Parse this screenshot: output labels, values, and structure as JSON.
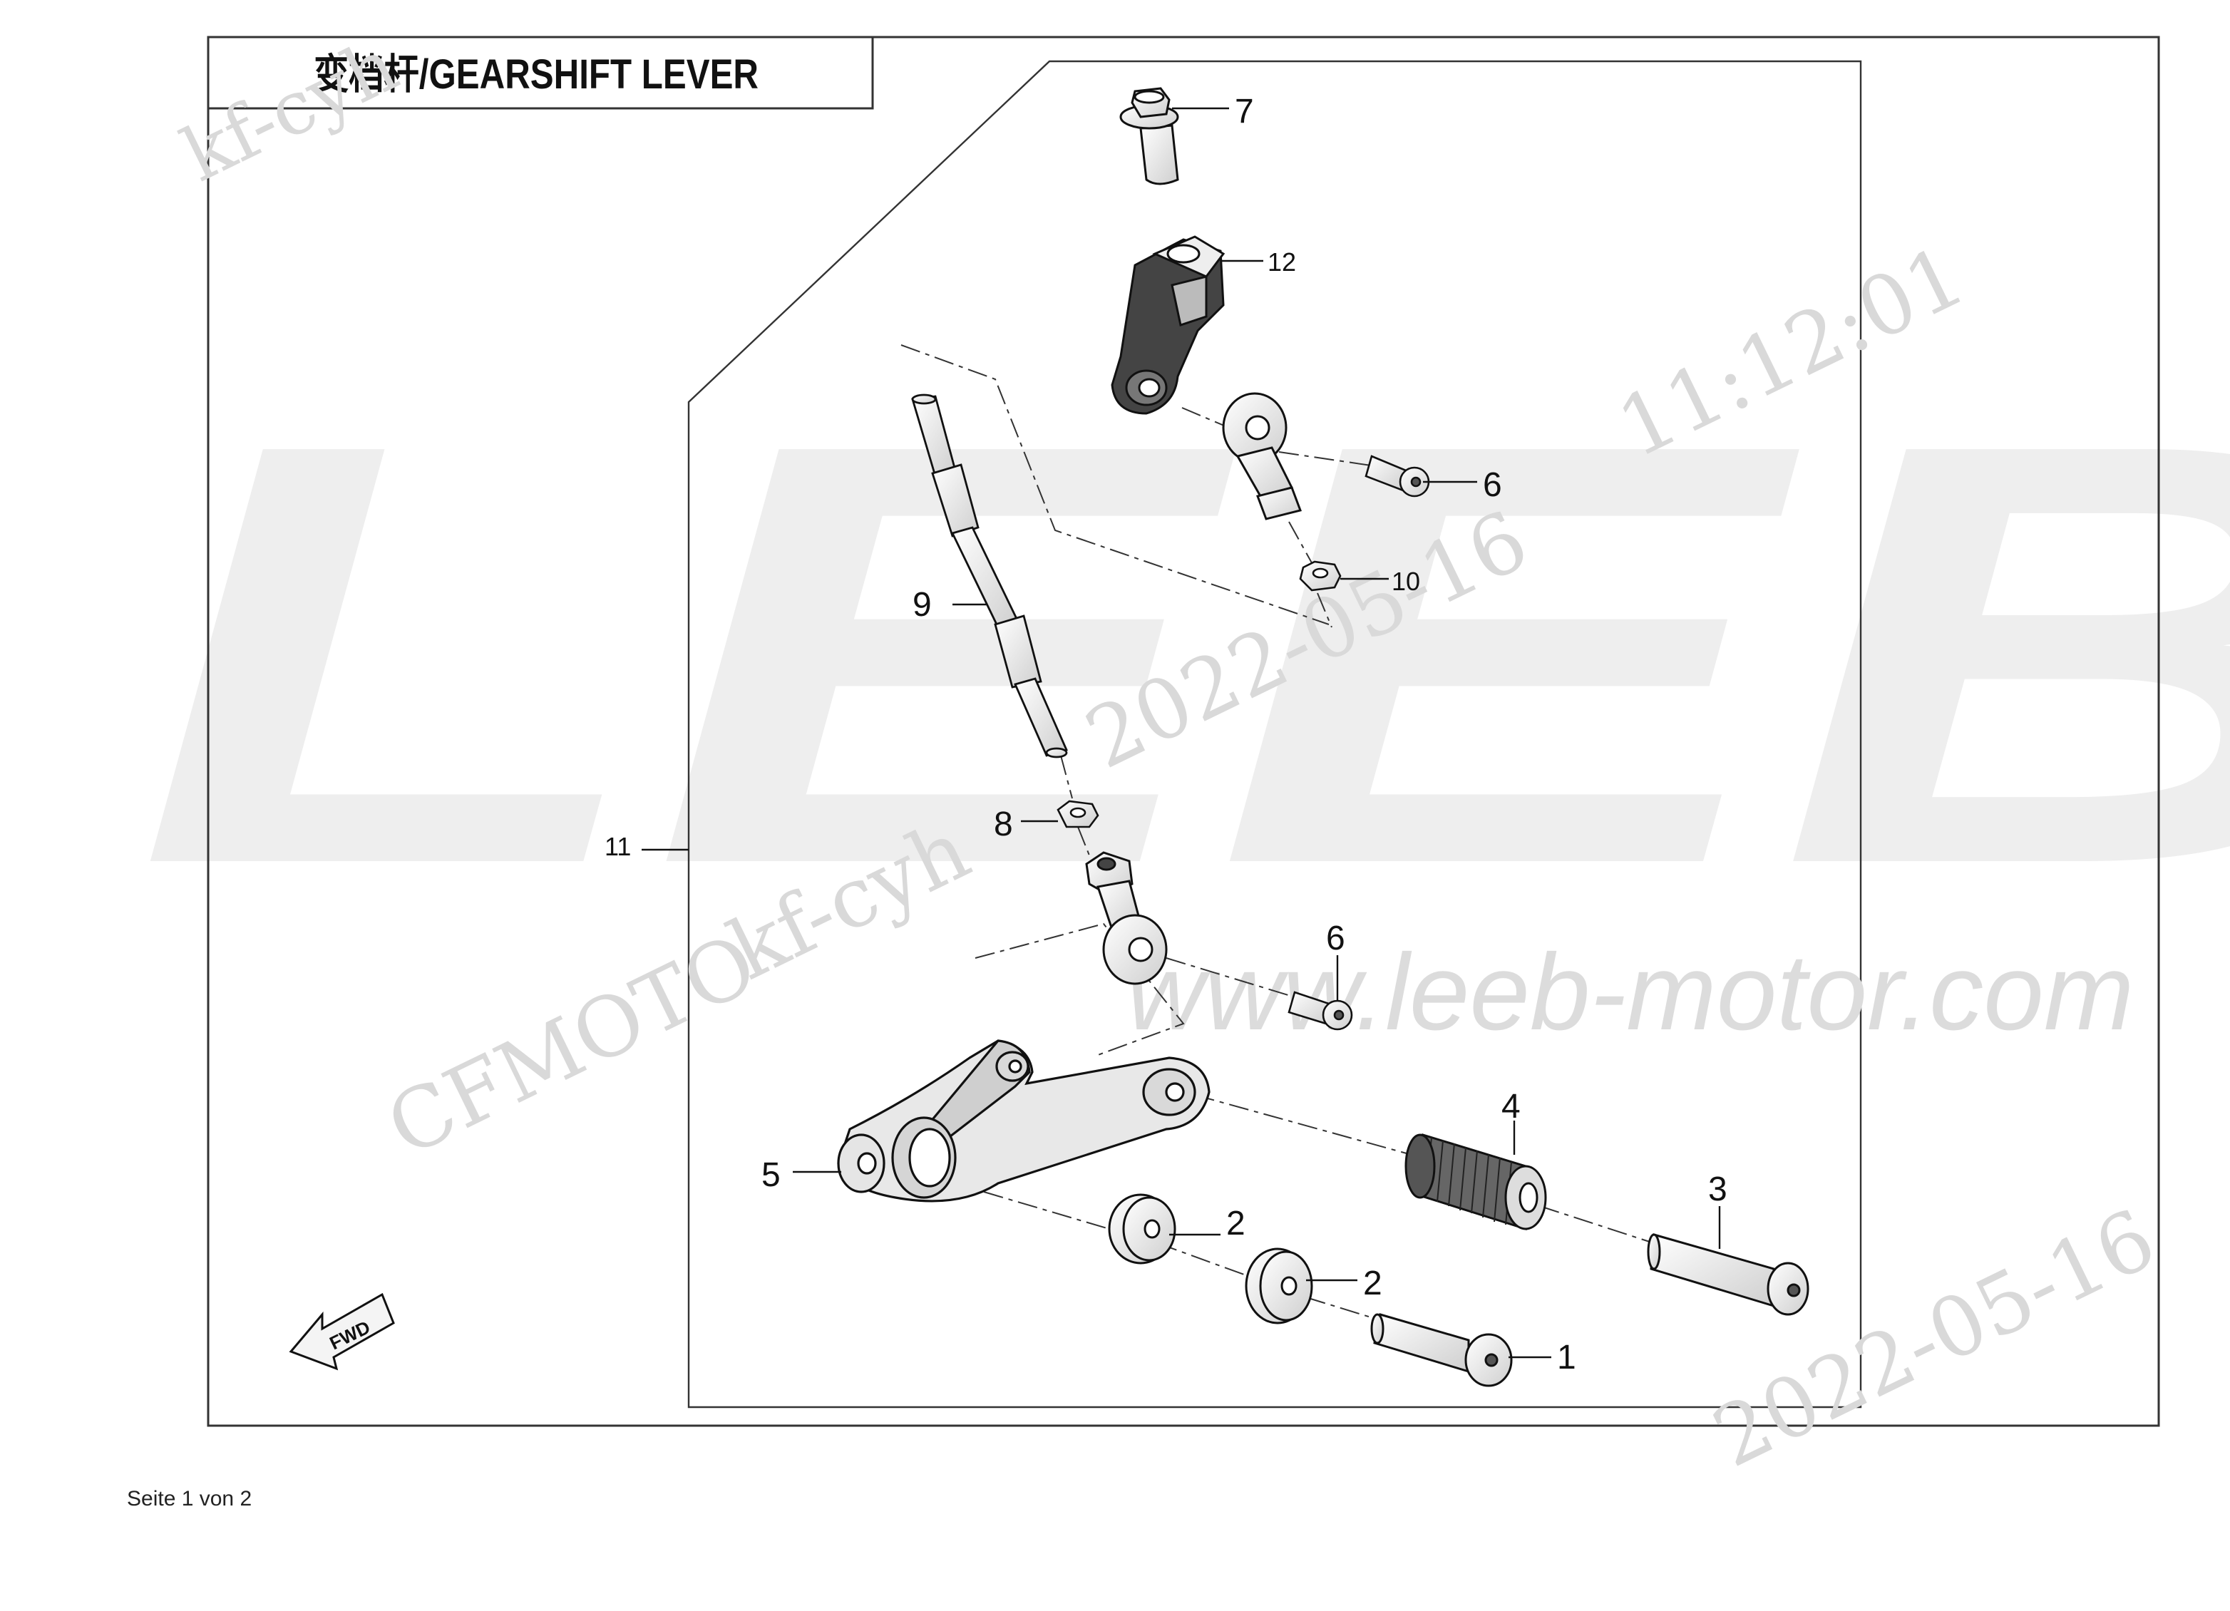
{
  "title": "变档杆/GEARSHIFT  LEVER",
  "footer": "Seite 1 von 2",
  "watermarks": {
    "brand": "LEEB",
    "website": "www.leeb-motor.com",
    "maker": "CFMOTO",
    "user": "kf-cyh",
    "user_top": "kf-cyh",
    "date": "2022-05-16",
    "time": "11:12:01",
    "date_right": "2022-05-16"
  },
  "direction_label": "FWD",
  "callouts": {
    "c1": "1",
    "c2a": "2",
    "c2b": "2",
    "c3": "3",
    "c4": "4",
    "c5": "5",
    "c6a": "6",
    "c6b": "6",
    "c7": "7",
    "c8": "8",
    "c9": "9",
    "c10": "10",
    "c11": "11",
    "c12": "12"
  },
  "colors": {
    "line": "#1a1a1a",
    "watermark_logo": "#eeeeee",
    "watermark_text": "#d9d9d9"
  }
}
